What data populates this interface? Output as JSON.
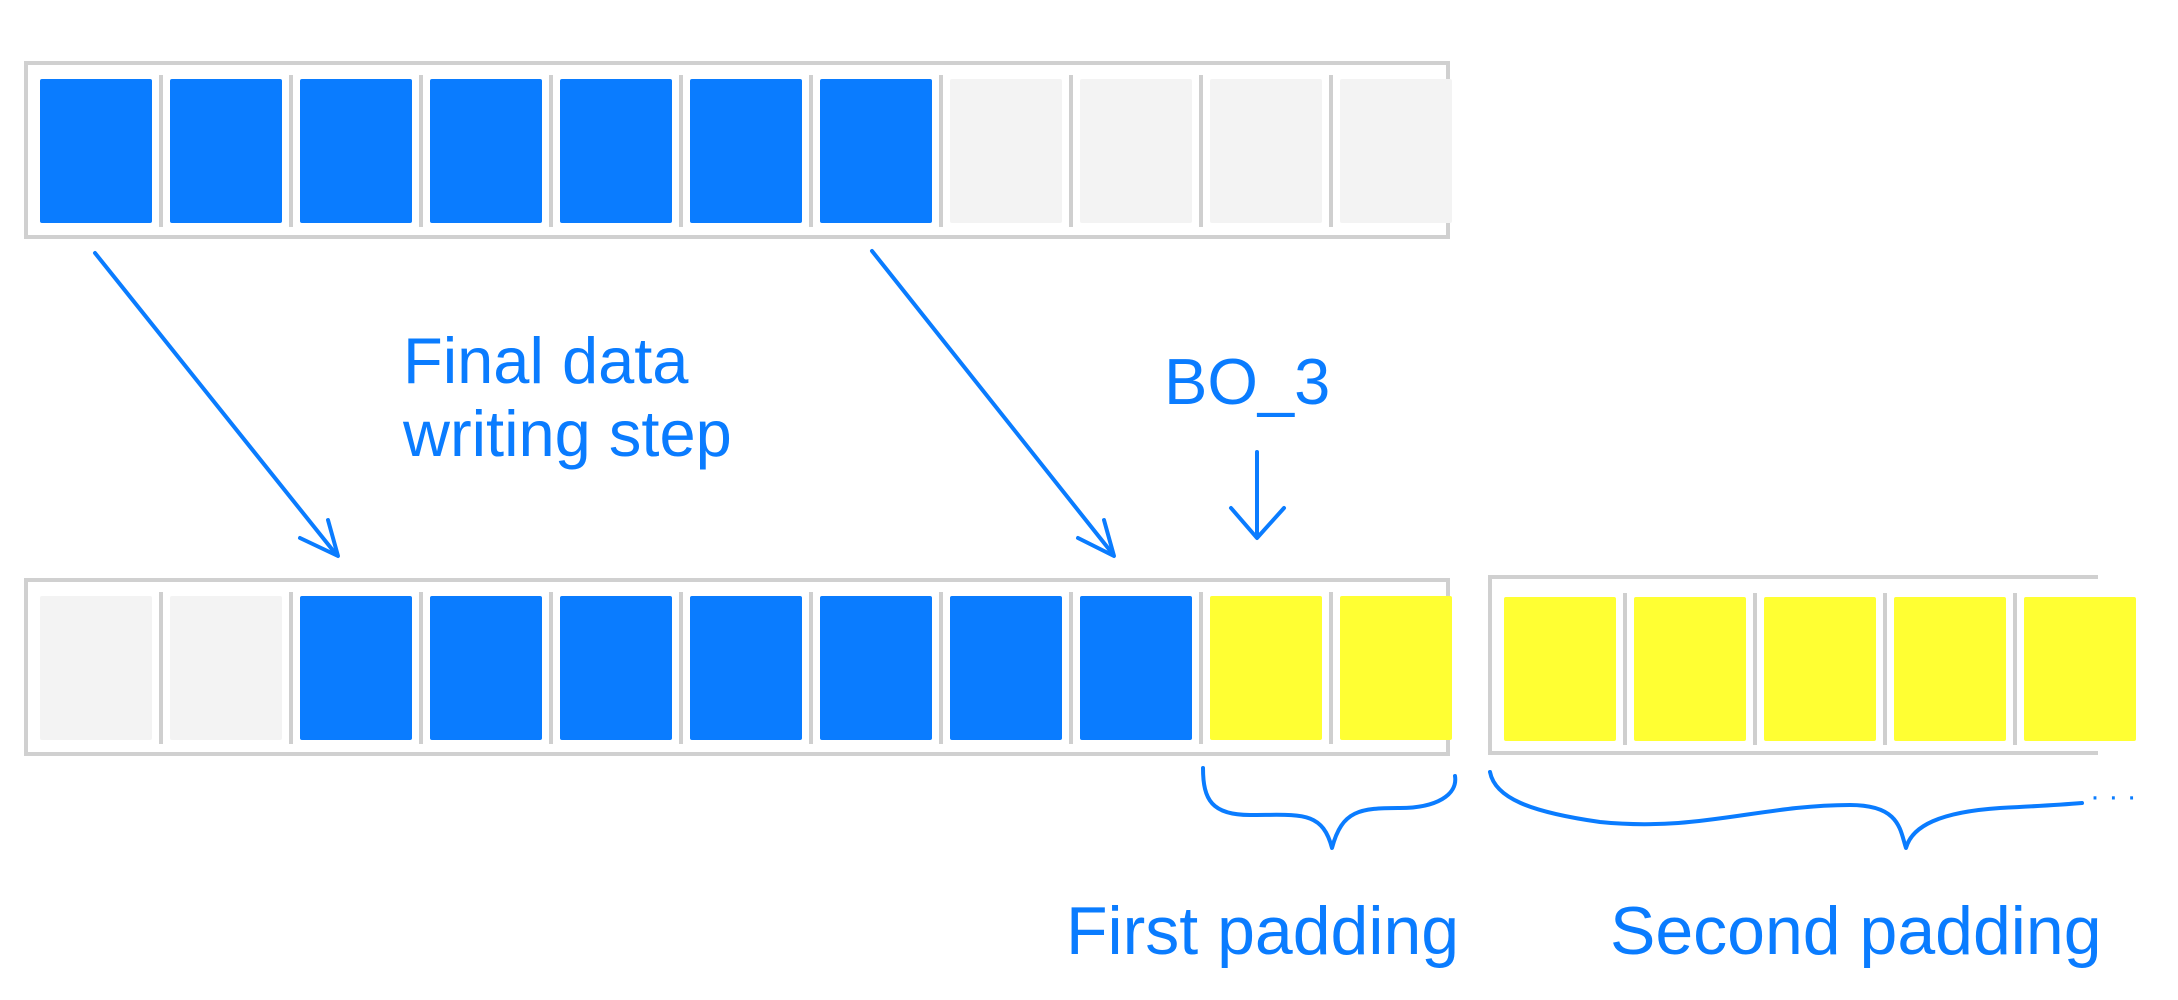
{
  "colors": {
    "data_block": "#0a7cff",
    "empty_block": "#f3f3f3",
    "padding_block": "#ffff33",
    "buffer_border": "#d0d0d0",
    "annotation": "#0a7cff"
  },
  "top_buffer": {
    "cells": [
      "data",
      "data",
      "data",
      "data",
      "data",
      "data",
      "data",
      "empty",
      "empty",
      "empty",
      "empty"
    ]
  },
  "bottom_buffer": {
    "cells": [
      "empty",
      "empty",
      "data",
      "data",
      "data",
      "data",
      "data",
      "data",
      "data",
      "padding",
      "padding"
    ]
  },
  "next_buffer": {
    "cells": [
      "padding",
      "padding",
      "padding",
      "padding",
      "padding"
    ]
  },
  "labels": {
    "step": "Final data\nwriting step",
    "offset": "BO_3",
    "first_padding": "First padding",
    "second_padding": "Second padding",
    "continuation": "· · ·"
  }
}
